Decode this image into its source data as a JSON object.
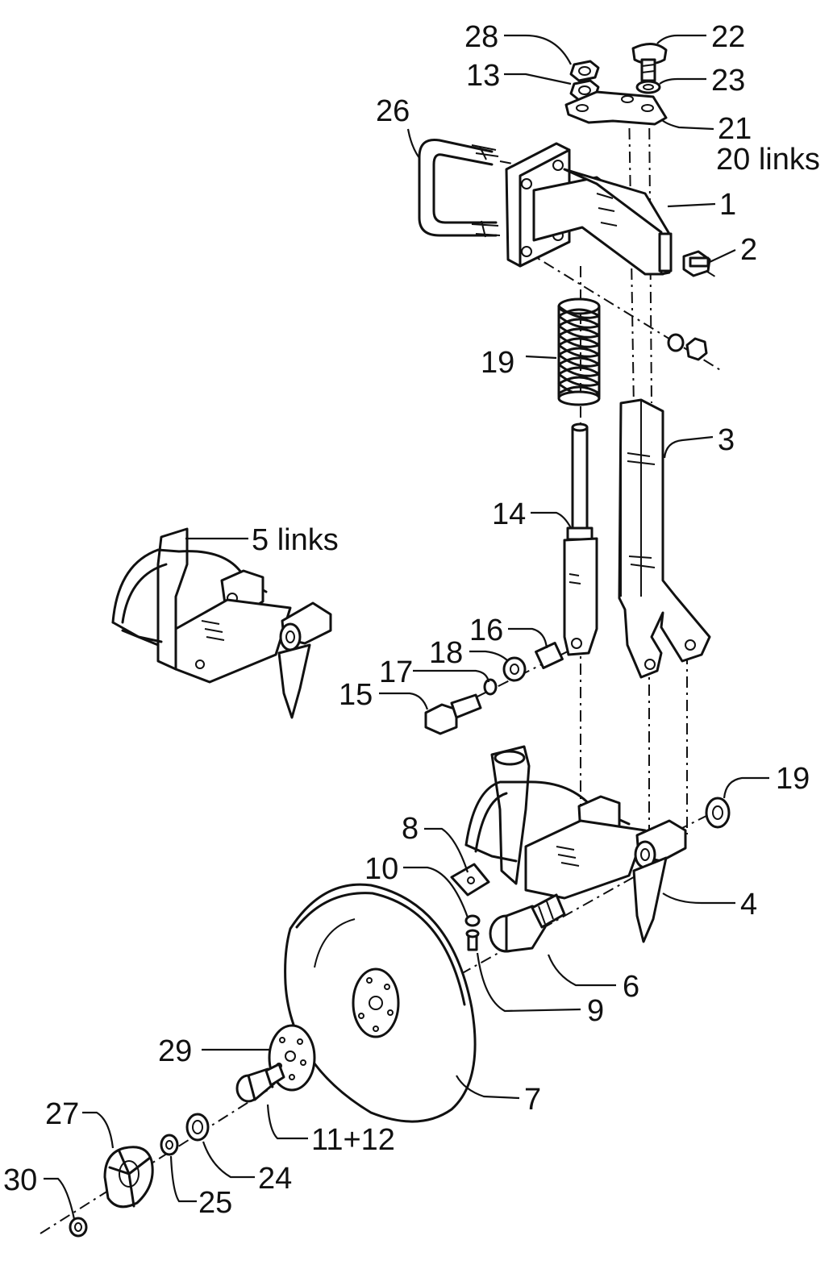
{
  "labels": {
    "l28": "28",
    "l22": "22",
    "l13": "13",
    "l23": "23",
    "l26": "26",
    "l21": "21",
    "l20": "20 links",
    "l1": "1",
    "l2": "2",
    "l19a": "19",
    "l3": "3",
    "l14": "14",
    "l5": "5 links",
    "l16": "16",
    "l18": "18",
    "l17": "17",
    "l15": "15",
    "l19b": "19",
    "l8": "8",
    "l10": "10",
    "l4": "4",
    "l6": "6",
    "l9": "9",
    "l29": "29",
    "l7": "7",
    "l27": "27",
    "l11": "11+12",
    "l24": "24",
    "l30": "30",
    "l25": "25"
  }
}
